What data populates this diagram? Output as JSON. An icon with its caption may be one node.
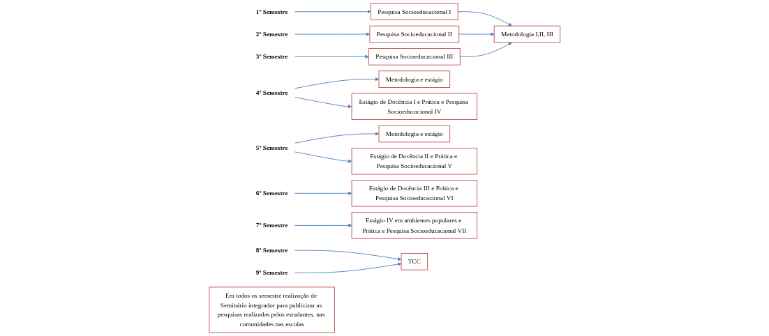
{
  "diagram": {
    "nodes": [
      {
        "text": [
          "1º Semestre"
        ]
      },
      {
        "text": [
          "Pesquisa Socioeducacional I"
        ]
      },
      {
        "text": [
          "Metodologia I,II, III"
        ]
      },
      {
        "text": [
          "2º Semestre"
        ]
      },
      {
        "text": [
          "Pesquisa Socioeducacional II"
        ]
      },
      {
        "text": [
          "3º Semestre"
        ]
      },
      {
        "text": [
          "Pesquisa Socioeducacional III"
        ]
      },
      {
        "text": [
          "4º Semestre"
        ]
      },
      {
        "text": [
          "Metodologia e estágio"
        ]
      },
      {
        "text": [
          "Estágio de Docência I e Prática e Pesquisa Socioeducacional IV"
        ]
      },
      {
        "text": [
          "5º Semestre"
        ]
      },
      {
        "text": [
          "Metodologia e estágio"
        ]
      },
      {
        "text": [
          "Estágio de Docência II e Prática e Pesquisa Socioeducacional V"
        ]
      },
      {
        "text": [
          "6º Semestre"
        ]
      },
      {
        "text": [
          "Estágio de Docência III e Prática e Pesquisa Socioeducacional VI"
        ]
      },
      {
        "text": [
          "7º Semestre"
        ]
      },
      {
        "text": [
          "Estágio IV em ambientes populares e Prática e Pesquisa Socioeducacional VII"
        ]
      },
      {
        "text": [
          "8º Semestre"
        ]
      },
      {
        "text": [
          "TCC"
        ]
      },
      {
        "text": [
          "9º Semestre"
        ]
      },
      {
        "text": [
          "Em todos os semestre realização de Seminário integrador para publicizar as pesquisas realizadas pelos estudantes, nas comunidades nas escolas"
        ]
      }
    ],
    "edges": [
      {
        "from": 0,
        "to": 1,
        "arrow": "to"
      },
      {
        "from": 1,
        "to": 2,
        "arrow": "to"
      },
      {
        "from": 3,
        "to": 4,
        "arrow": "to"
      },
      {
        "from": 4,
        "to": 2,
        "arrow": "to"
      },
      {
        "from": 5,
        "to": 6,
        "arrow": "to"
      },
      {
        "from": 6,
        "to": 2,
        "arrow": "to"
      },
      {
        "from": 7,
        "to": 8,
        "arrow": "to"
      },
      {
        "from": 7,
        "to": 9,
        "arrow": "to"
      },
      {
        "from": 10,
        "to": 11,
        "arrow": "to"
      },
      {
        "from": 10,
        "to": 12,
        "arrow": "to"
      },
      {
        "from": 13,
        "to": 14,
        "arrow": "to"
      },
      {
        "from": 15,
        "to": 16,
        "arrow": "to"
      },
      {
        "from": 17,
        "to": 18,
        "arrow": "to"
      },
      {
        "from": 19,
        "to": 18,
        "arrow": "to"
      }
    ]
  }
}
